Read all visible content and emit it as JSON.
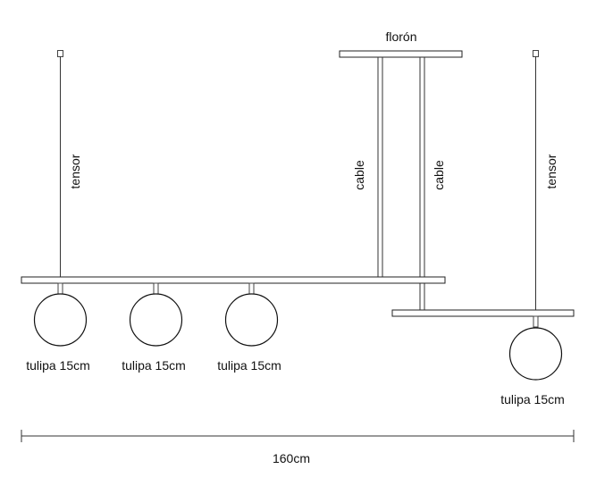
{
  "canopy_label": "florón",
  "cable_labels": [
    "cable",
    "cable"
  ],
  "tensor_labels": [
    "tensor",
    "tensor"
  ],
  "globe_labels": [
    "tulipa 15cm",
    "tulipa 15cm",
    "tulipa 15cm",
    "tulipa 15cm"
  ],
  "dimension_label": "160cm",
  "colors": {
    "stroke": "#222222",
    "background": "#ffffff"
  }
}
